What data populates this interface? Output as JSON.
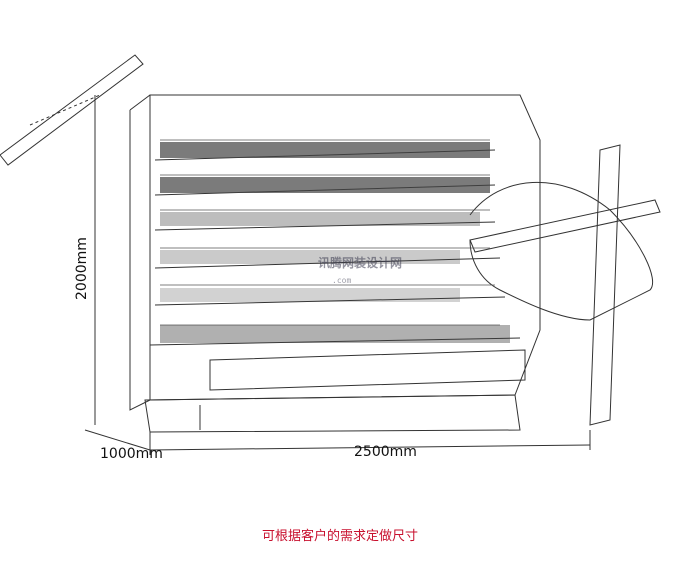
{
  "dimensions": {
    "height": "2000mm",
    "depth": "1000mm",
    "width": "2500mm"
  },
  "caption": "可根据客户的需求定做尺寸",
  "watermark": {
    "text": "讯腾网装设计网",
    "sub": ".com"
  },
  "colors": {
    "caption": "#c8102e",
    "line": "#333333"
  },
  "illustration": "sketch-display-fridge"
}
